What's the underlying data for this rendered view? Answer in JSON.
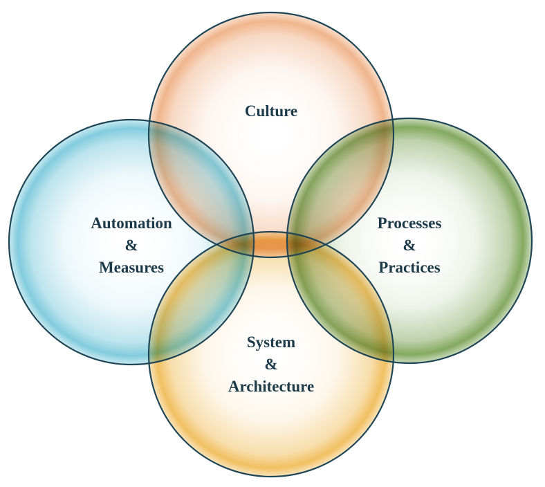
{
  "diagram": {
    "type": "venn",
    "outline_color": "#1f4656",
    "circles": [
      {
        "id": "culture",
        "lines": [
          "Culture"
        ],
        "color": "#eea878"
      },
      {
        "id": "automation",
        "lines": [
          "Automation",
          "&",
          "Measures"
        ],
        "color": "#6cc3d8"
      },
      {
        "id": "processes",
        "lines": [
          "Processes",
          "&",
          "Practices"
        ],
        "color": "#6f9a45"
      },
      {
        "id": "system",
        "lines": [
          "System",
          "&",
          "Architecture"
        ],
        "color": "#efb546"
      }
    ]
  }
}
